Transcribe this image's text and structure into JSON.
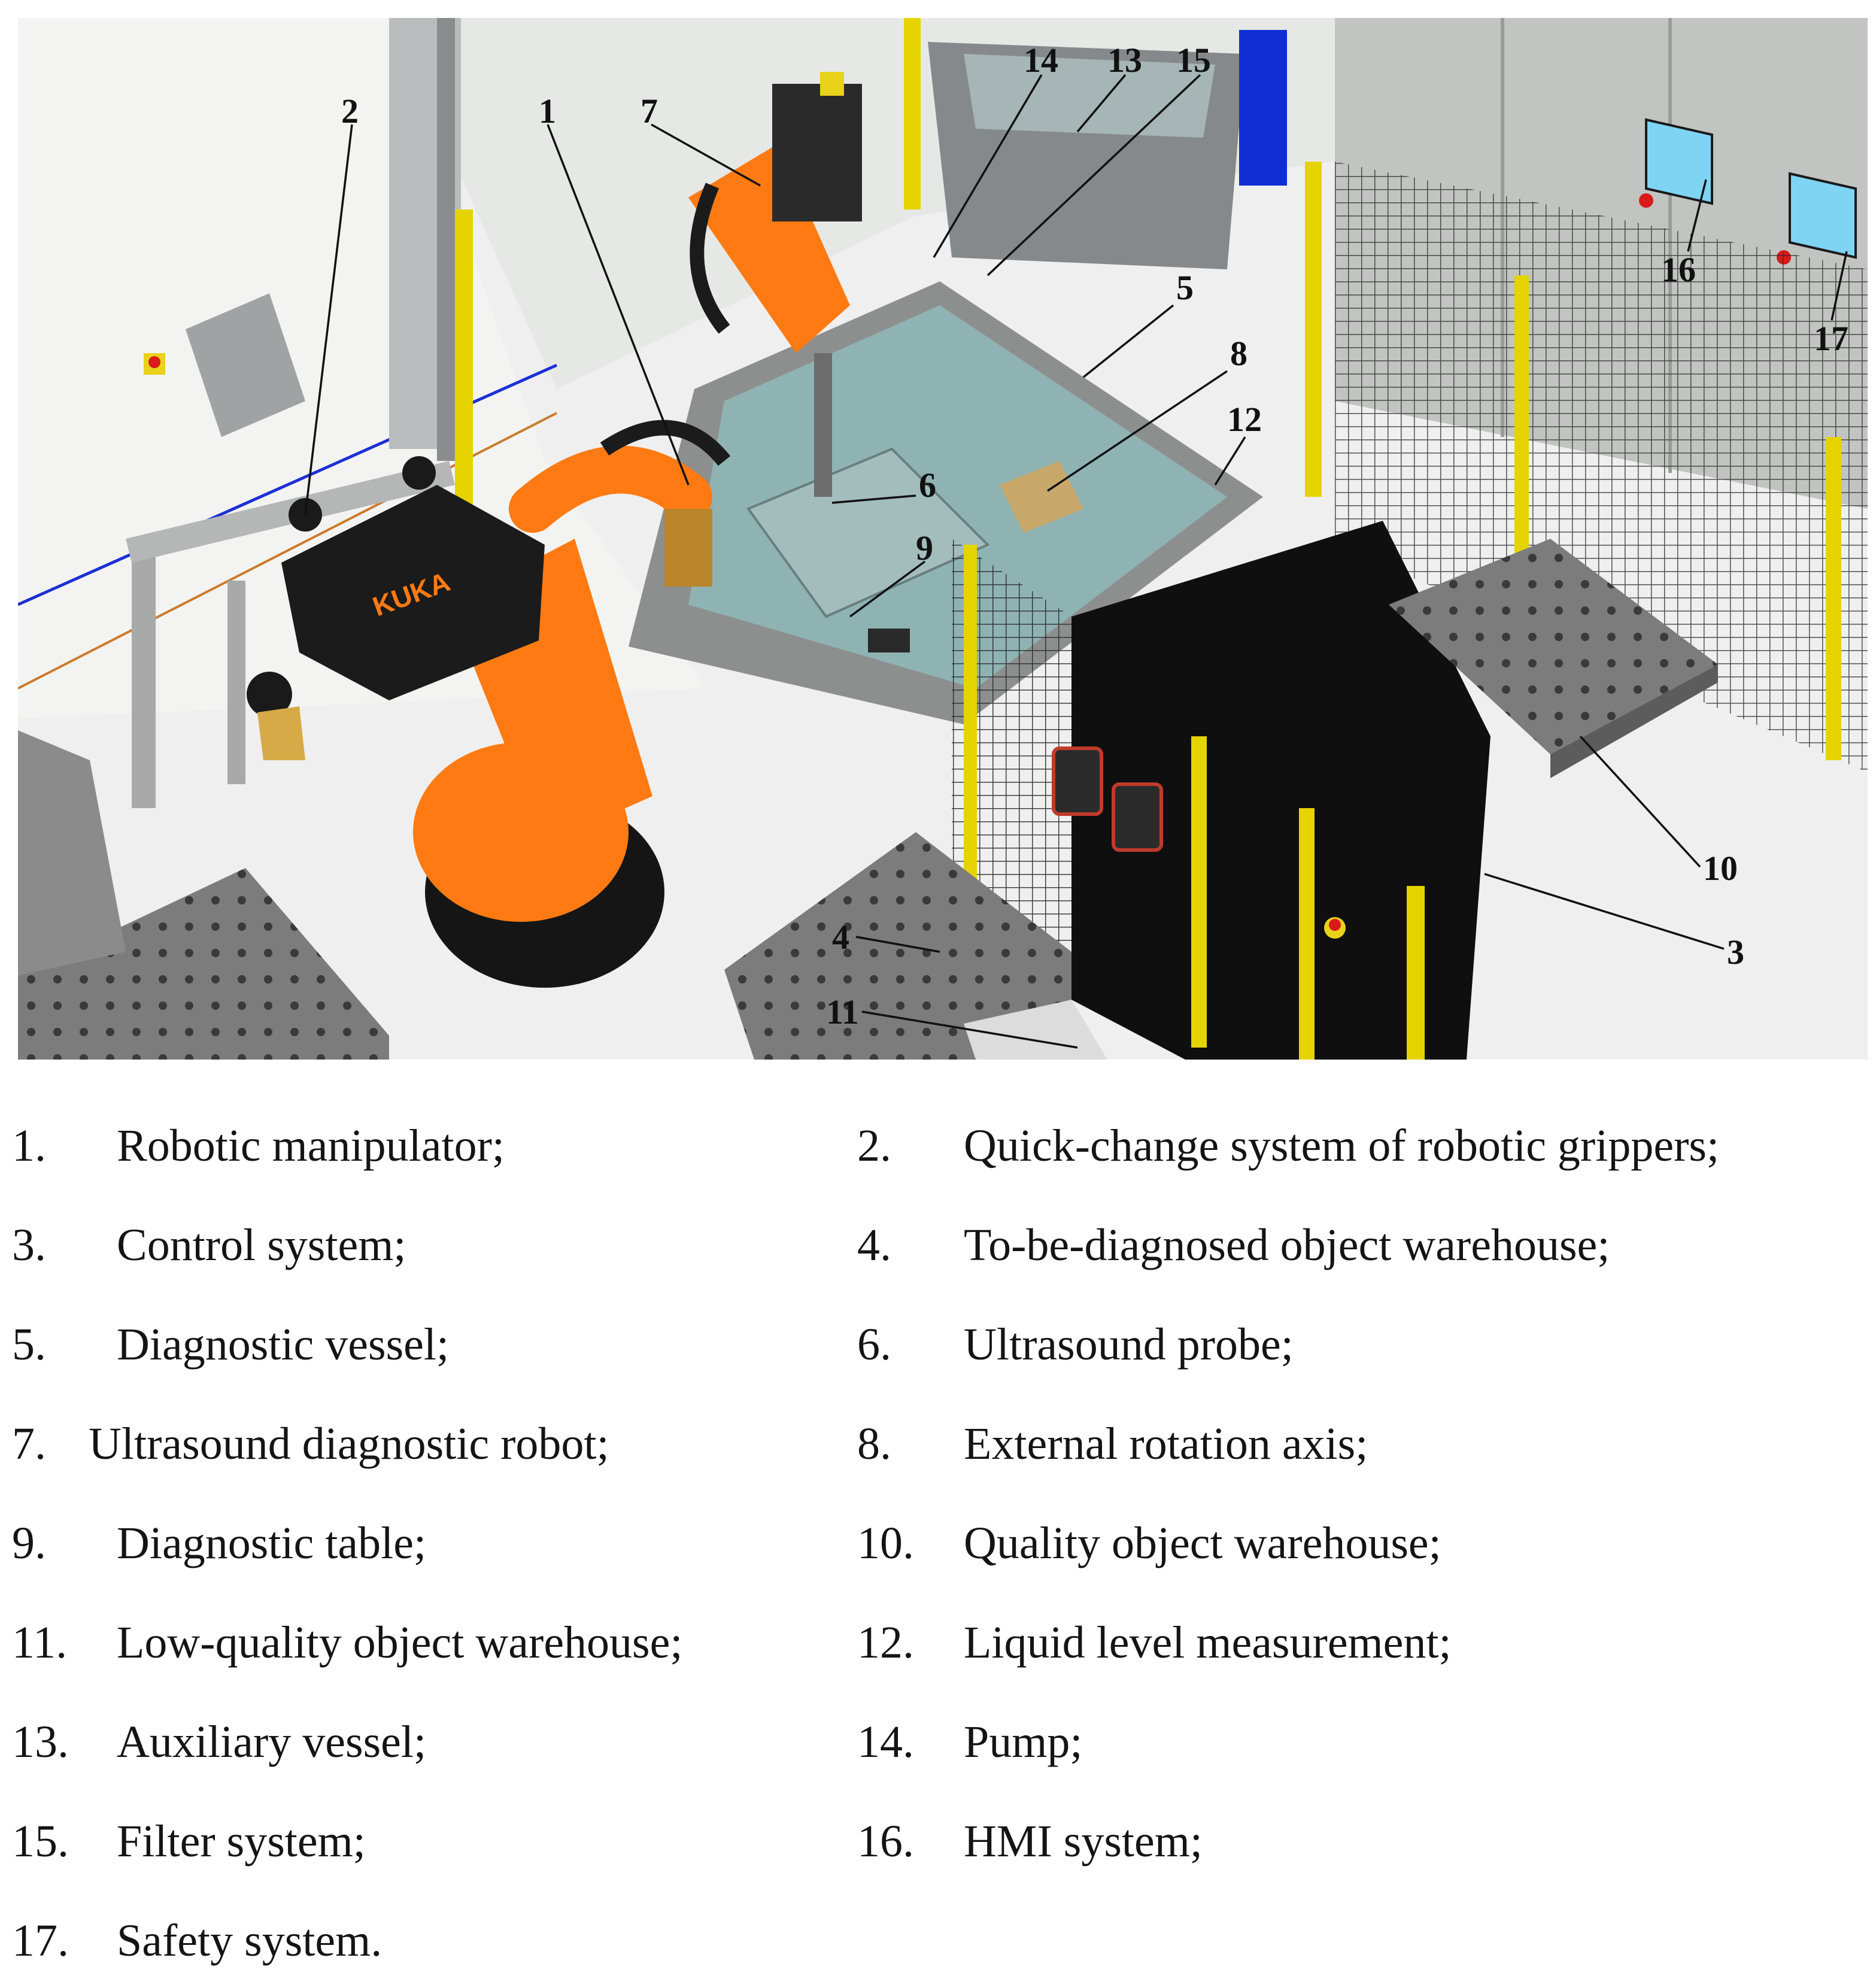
{
  "figure": {
    "callouts": [
      "1",
      "2",
      "3",
      "4",
      "5",
      "6",
      "7",
      "8",
      "9",
      "10",
      "11",
      "12",
      "13",
      "14",
      "15",
      "16",
      "17"
    ],
    "robot_brand": "KUKA"
  },
  "legend": [
    {
      "num": "1.",
      "text": "Robotic manipulator;"
    },
    {
      "num": "2.",
      "text": "Quick-change system of robotic grippers;"
    },
    {
      "num": "3.",
      "text": "Control system;"
    },
    {
      "num": "4.",
      "text": "To-be-diagnosed object warehouse;"
    },
    {
      "num": "5.",
      "text": "Diagnostic vessel;"
    },
    {
      "num": "6.",
      "text": "Ultrasound probe;"
    },
    {
      "num": "7.",
      "text": "Ultrasound diagnostic robot;"
    },
    {
      "num": "8.",
      "text": "External rotation axis;"
    },
    {
      "num": "9.",
      "text": "Diagnostic table;"
    },
    {
      "num": "10.",
      "text": "Quality object warehouse;"
    },
    {
      "num": "11.",
      "text": "Low-quality object warehouse;"
    },
    {
      "num": "12.",
      "text": "Liquid level measurement;"
    },
    {
      "num": "13.",
      "text": "Auxiliary vessel;"
    },
    {
      "num": "14.",
      "text": "Pump;"
    },
    {
      "num": "15.",
      "text": "Filter system;"
    },
    {
      "num": "16.",
      "text": "HMI system;"
    },
    {
      "num": "17.",
      "text": "Safety system."
    }
  ]
}
